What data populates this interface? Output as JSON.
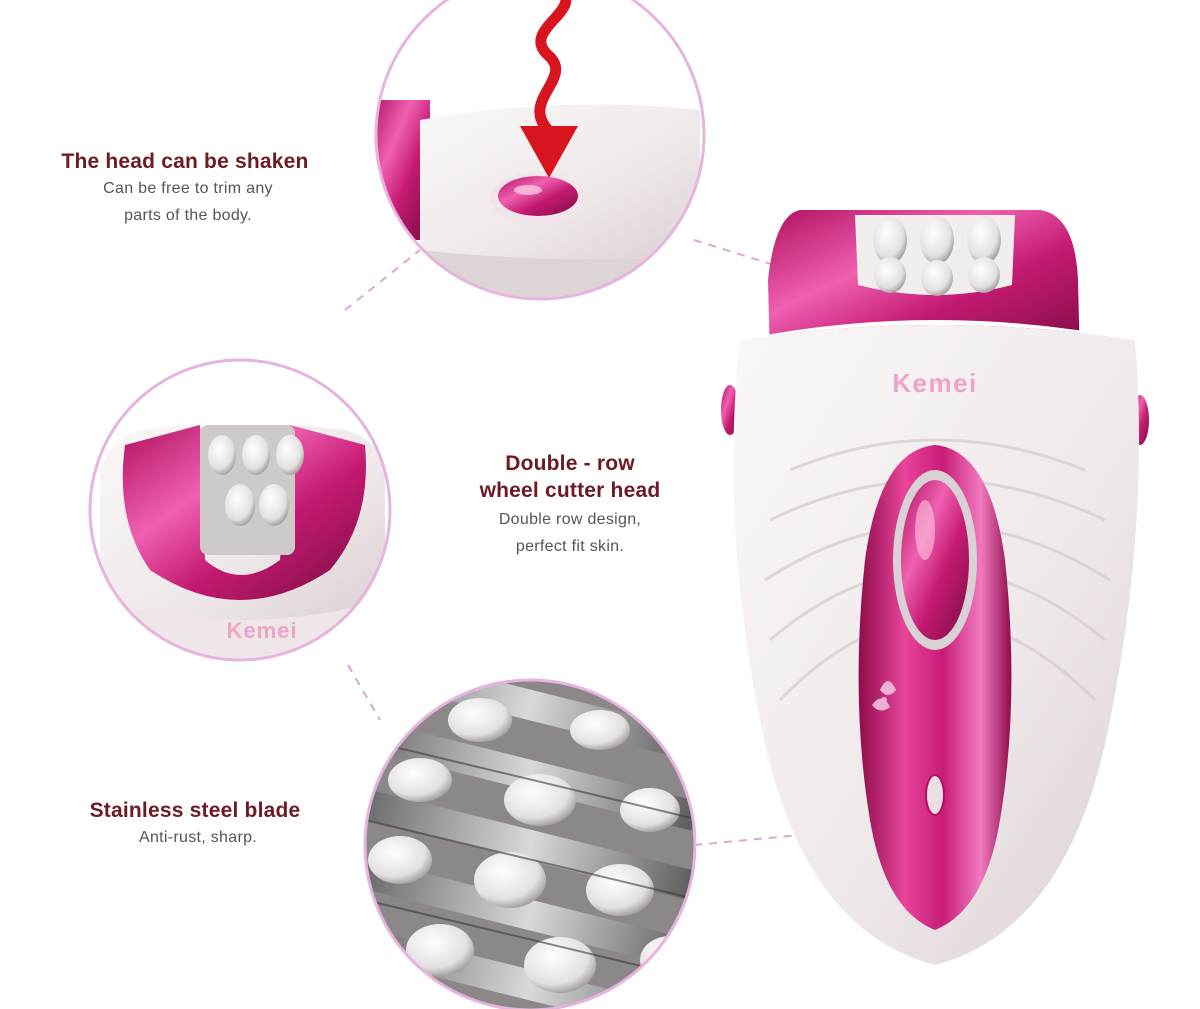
{
  "brand": "Kemei",
  "features": [
    {
      "title": "The head can be shaken",
      "description_lines": [
        "Can be free to trim any",
        "parts of the body."
      ]
    },
    {
      "title_lines": [
        "Double - row",
        "wheel cutter head"
      ],
      "description_lines": [
        "Double row design,",
        "perfect fit skin."
      ]
    },
    {
      "title": "Stainless steel blade",
      "description_lines": [
        "Anti-rust, sharp."
      ]
    }
  ],
  "colors": {
    "title": "#6e1a24",
    "description": "#555555",
    "accent_pink": "#e0287f",
    "circle_outline": "#e6b4de",
    "body_white": "#f3eeee",
    "arrow_red": "#d8141e"
  },
  "icons": [
    "down-arrow-icon",
    "flower-icon"
  ]
}
